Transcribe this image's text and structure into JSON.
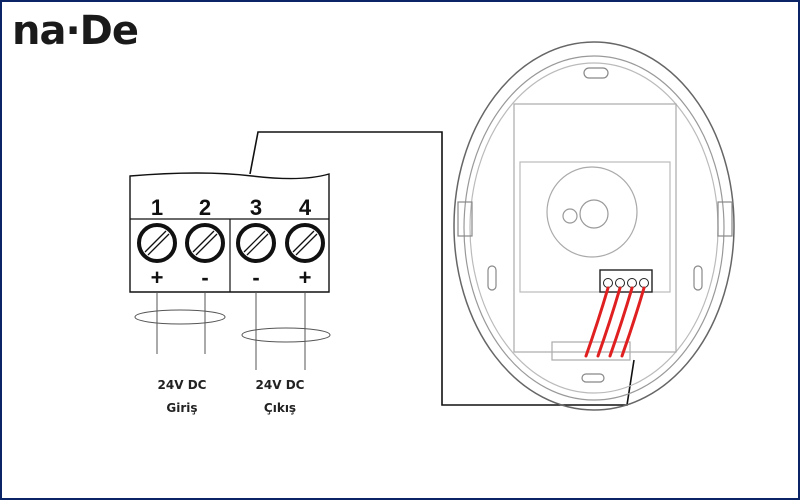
{
  "logo": {
    "text": "na·De"
  },
  "terminal_block": {
    "terminals": [
      {
        "number": "1",
        "polarity": "+"
      },
      {
        "number": "2",
        "polarity": "-"
      },
      {
        "number": "3",
        "polarity": "-"
      },
      {
        "number": "4",
        "polarity": "+"
      }
    ]
  },
  "labels": {
    "input": {
      "line1": "24V DC",
      "line2": "Giriş"
    },
    "output": {
      "line1": "24V DC",
      "line2": "Çıkış"
    }
  },
  "colors": {
    "frame": "#0b2466",
    "wire_red": "#e02020",
    "line": "#111111"
  }
}
